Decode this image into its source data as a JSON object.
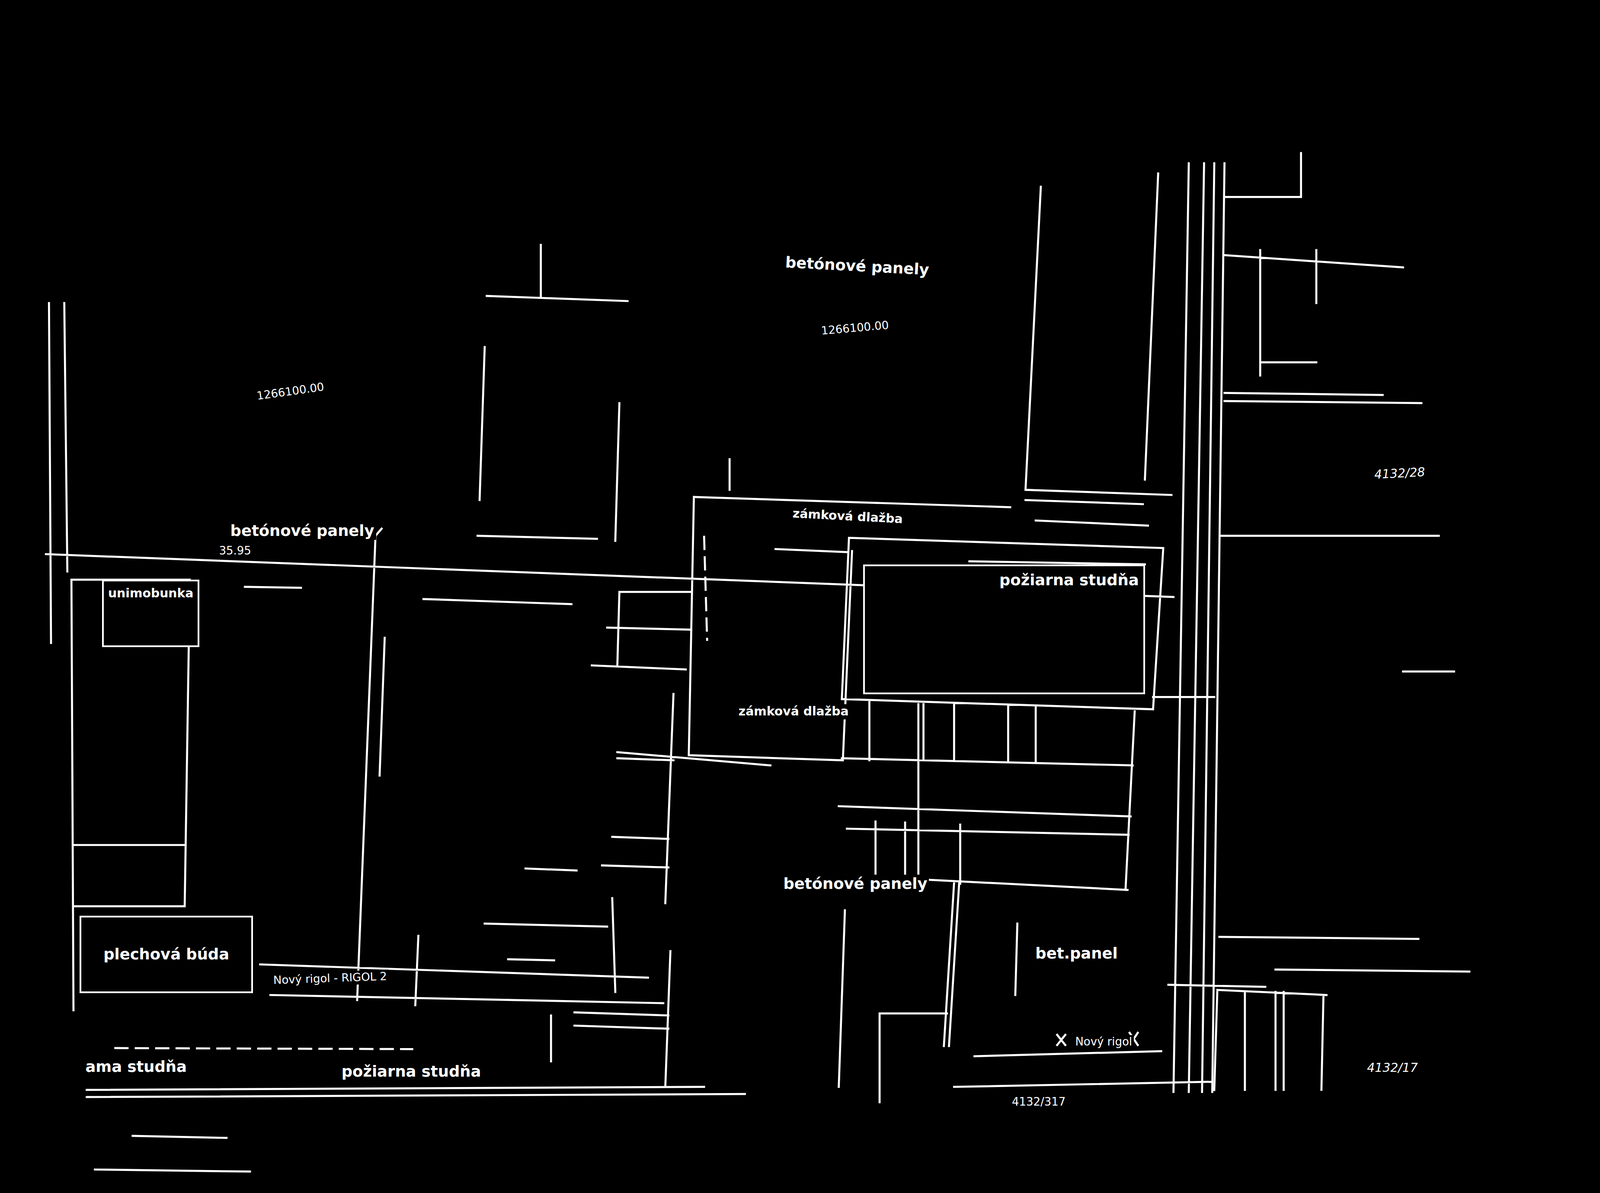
{
  "diagram": {
    "nodes": [
      {
        "text": [
          "unimobunka"
        ]
      },
      {
        "text": [
          "požiarna studňa"
        ]
      },
      {
        "text": [
          "plechová búda"
        ]
      }
    ],
    "labels": [
      "betónové panely",
      "1266100.00",
      "1266100.00",
      "4132/28",
      "zámková dlažba",
      "betónové panely",
      "35.95",
      "zámková dlažba",
      "betónové panely",
      "bet.panel",
      "Nový rigol - RIGOL 2",
      "Nový rigol",
      "ama studňa",
      "požiarna studňa",
      "4132/17",
      "4132/317"
    ]
  }
}
